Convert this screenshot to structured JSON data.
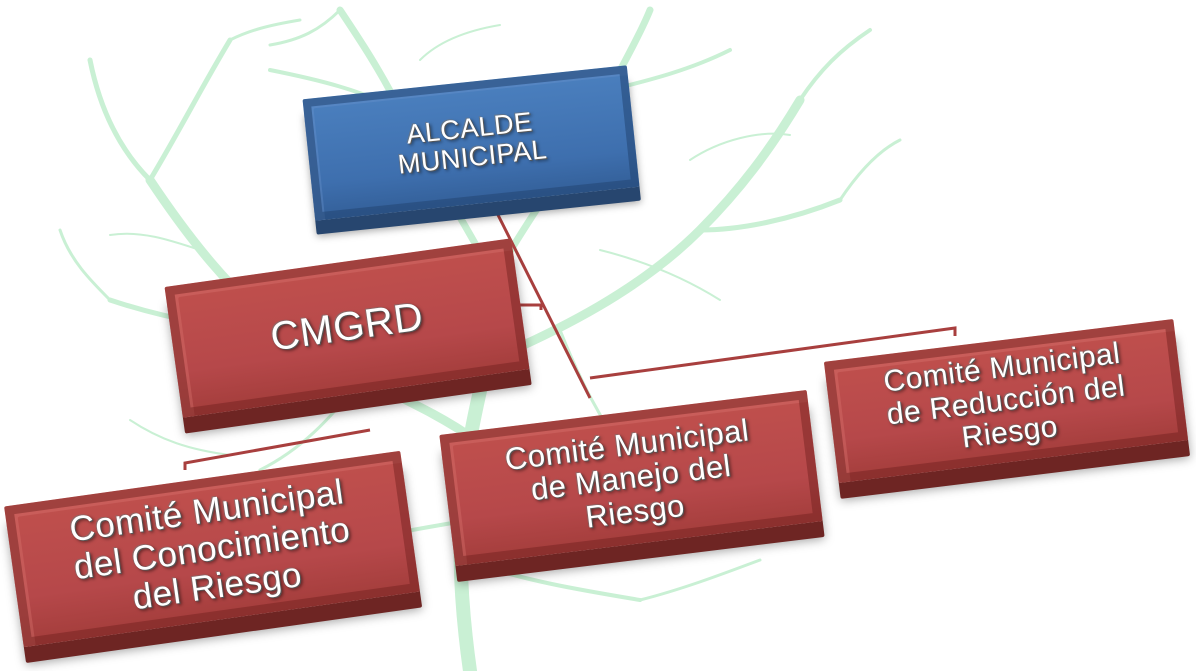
{
  "diagram": {
    "nodes": {
      "alcalde": {
        "line1": "ALCALDE",
        "line2": "MUNICIPAL",
        "color": "#3f71b0"
      },
      "cmgrd": {
        "line1": "CMGRD",
        "color": "#b84a48"
      },
      "conocimiento": {
        "line1": "Comité Municipal",
        "line2": "del Conocimiento",
        "line3": "del Riesgo",
        "color": "#b84a48"
      },
      "manejo": {
        "line1": "Comité Municipal",
        "line2": "de Manejo del",
        "line3": "Riesgo",
        "color": "#b84a48"
      },
      "reduccion": {
        "line1": "Comité Municipal",
        "line2": "de Reducción del",
        "line3": "Riesgo",
        "color": "#b84a48"
      }
    },
    "connector_color": "#a83f3e",
    "background_tree_color": "#c9f0d4"
  }
}
